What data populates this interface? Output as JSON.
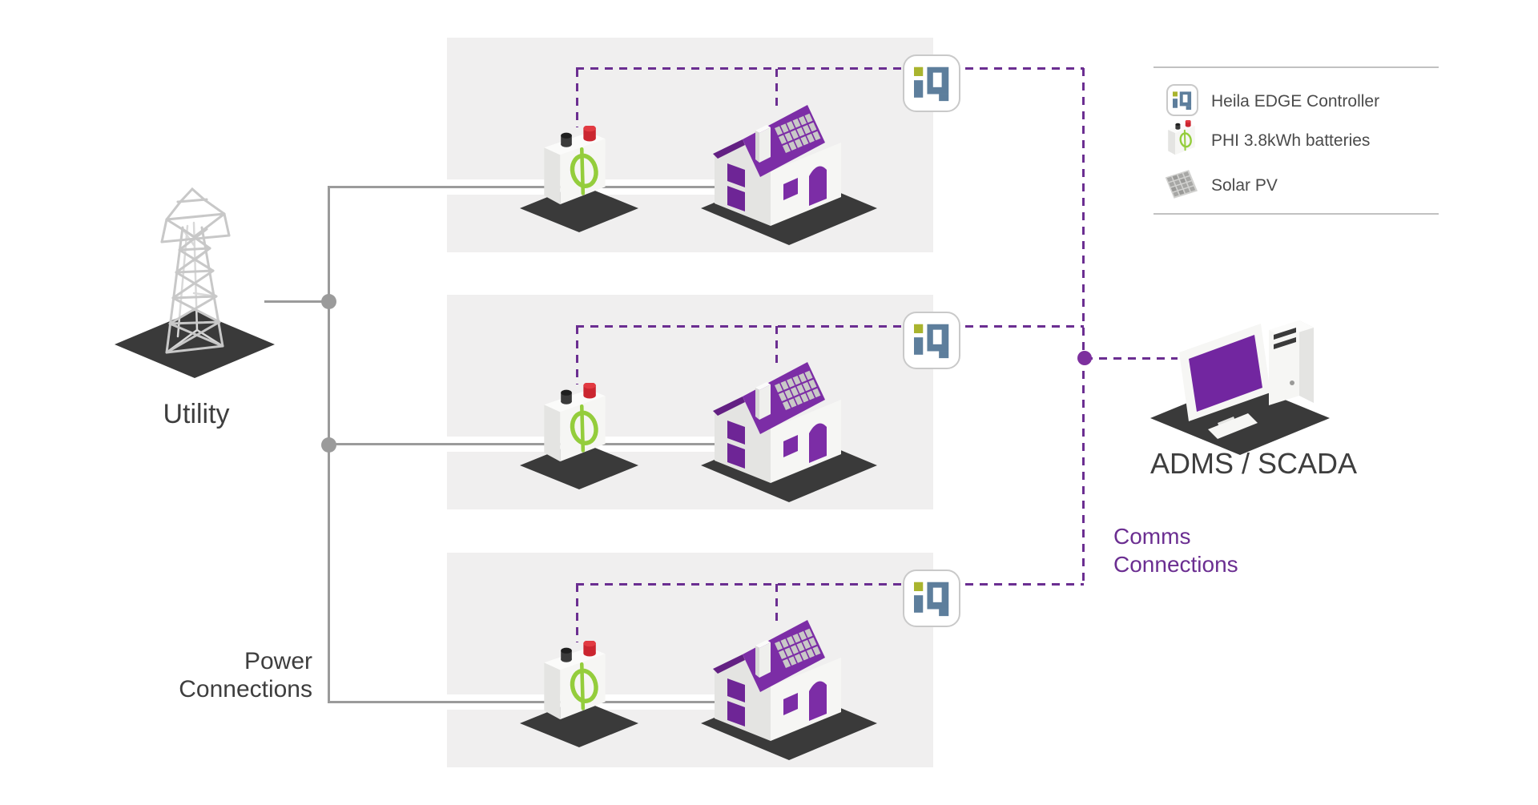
{
  "diagram": {
    "utility_label": "Utility",
    "adms_label": "ADMS / SCADA",
    "power_label": {
      "line1": "Power",
      "line2": "Connections"
    },
    "comms_label": {
      "line1": "Comms",
      "line2": "Connections"
    },
    "site_count": 3
  },
  "legend": {
    "items": [
      {
        "icon": "heila-edge-controller-icon",
        "label": "Heila EDGE Controller"
      },
      {
        "icon": "phi-battery-icon",
        "label": "PHI 3.8kWh batteries"
      },
      {
        "icon": "solar-pv-icon",
        "label": "Solar PV"
      }
    ]
  },
  "colors": {
    "panel_bg": "#f0efef",
    "power_line": "#9b9b9b",
    "platform": "#3a3a3a",
    "comms_line": "#6b2e91",
    "comms_dot": "#7d309e",
    "purple_main": "#7c2da6",
    "purple_dark": "#6e2596",
    "purple_deep": "#632083",
    "iq_green": "#a9b42e",
    "iq_slate": "#5d7e9c",
    "battery_green": "#94cd3c",
    "terminal_red": "#cb2630",
    "text_dark": "#3e3e3e",
    "legend_text": "#4b4b4b",
    "divider": "#c1c1c1",
    "badge_border": "#c9c9c9",
    "art_white": "#f6f6f4",
    "art_shade": "#e4e4e2",
    "art_top": "#fbfbfa",
    "solar_cell": "#c9c9c7",
    "screen_purple": "#7226a0",
    "tower_gray": "#c8c8c8"
  }
}
